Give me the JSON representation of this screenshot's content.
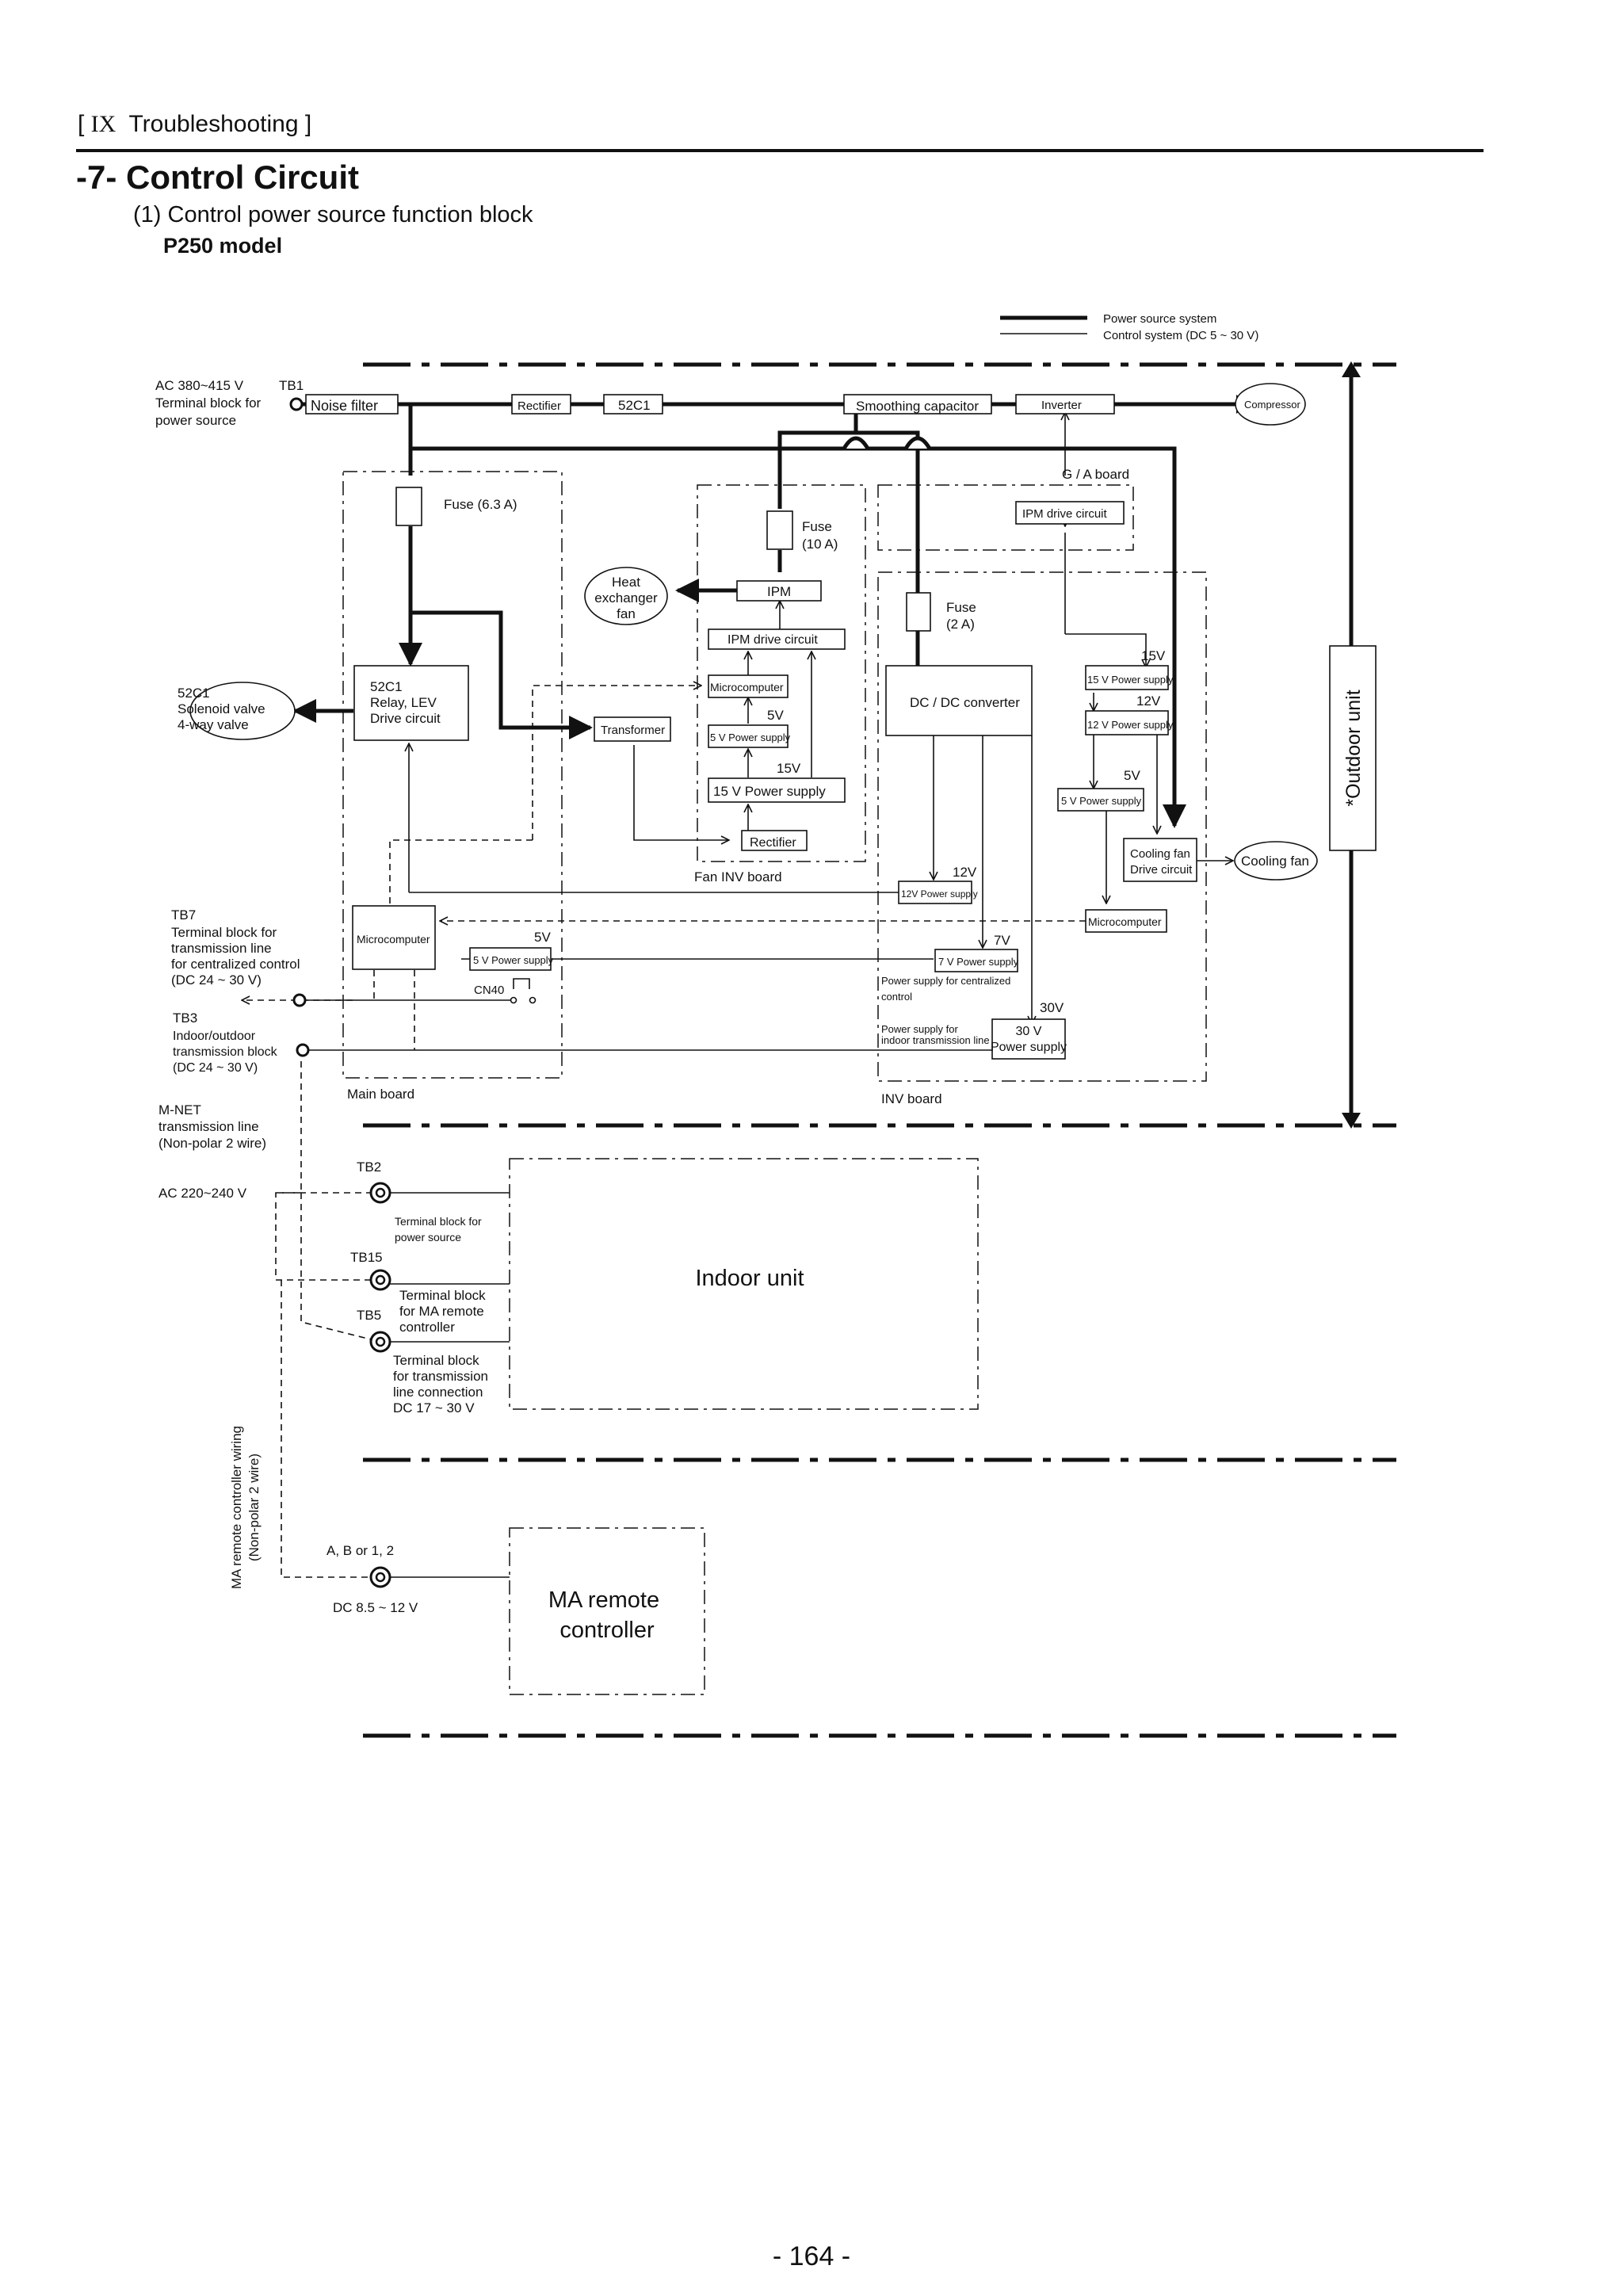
{
  "header": {
    "roman": "IX",
    "section": "Troubleshooting"
  },
  "title": "-7- Control Circuit",
  "subtitle": "(1)   Control power source function block",
  "model": "P250 model",
  "page_number": "- 164 -",
  "legend": {
    "power": "Power source system",
    "control": "Control system (DC 5 ~ 30 V)"
  },
  "labels": {
    "ac_in": "AC 380~415 V",
    "tb1": "TB1",
    "tb1_desc1": "Terminal block for",
    "tb1_desc2": "power source",
    "noise_filter": "Noise filter",
    "rectifier": "Rectifier",
    "c52c1": "52C1",
    "smoothing_capacitor": "Smoothing capacitor",
    "inverter": "Inverter",
    "compressor": "Compressor",
    "fuse_63": "Fuse (6.3 A)",
    "fuse_10": "Fuse",
    "fuse_10b": "(10 A)",
    "heat1": "Heat",
    "heat2": "exchanger",
    "heat3": "fan",
    "ipm": "IPM",
    "ipm_drive": "IPM drive circuit",
    "microcomputer": "Microcomputer",
    "v5": "5V",
    "ps5": "5 V Power supply",
    "v15": "15V",
    "ps15_fan": "15 V Power supply",
    "rectifier_fan": "Rectifier",
    "fan_inv_board": "Fan INV board",
    "transformer": "Transformer",
    "relay1": "52C1",
    "relay2": "Relay, LEV",
    "relay3": "Drive circuit",
    "sol1": "52C1",
    "sol2": "Solenoid valve",
    "sol3": "4-way valve",
    "ga_board": "G / A board",
    "ipm_drive_ga": "IPM drive circuit",
    "fuse_2": "Fuse",
    "fuse_2b": "(2 A)",
    "dcdc": "DC / DC converter",
    "v15b": "15V",
    "ps15": "15 V Power supply",
    "v12": "12V",
    "ps12": "12 V  Power supply",
    "v5b": "5V",
    "ps5b": "5 V Power supply",
    "cooling1": "Cooling fan",
    "cooling2": "Drive circuit",
    "cooling_fan": "Cooling fan",
    "v12b": "12V",
    "ps12b": "12V Power supply",
    "microcomputer_inv": "Microcomputer",
    "v7": "7V",
    "ps7": "7 V Power supply",
    "ps_central1": "Power supply for centralized",
    "ps_central2": "control",
    "v30": "30V",
    "ps_indoor1": "Power supply for",
    "ps_indoor2": "indoor transmission line",
    "ps30a": "30 V",
    "ps30b": "Power supply",
    "inv_board": "INV board",
    "outdoor_unit": "*Outdoor unit",
    "tb7": "TB7",
    "tb7_1": "Terminal block for",
    "tb7_2": "transmission line",
    "tb7_3": "for centralized control",
    "tb7_4": "(DC 24 ~ 30 V)",
    "microcomputer_main": "Microcomputer",
    "v5_main": "5V",
    "ps5_main": "5 V Power supply",
    "cn40": "CN40",
    "tb3": "TB3",
    "tb3_1": "Indoor/outdoor",
    "tb3_2": "transmission block",
    "tb3_3": "(DC 24 ~ 30 V)",
    "main_board": "Main board",
    "mnet1": "M-NET",
    "mnet2": "transmission line",
    "mnet3": "(Non-polar 2 wire)",
    "tb2": "TB2",
    "ac220": "AC 220~240 V",
    "tb2_1": "Terminal block for",
    "tb2_2": "power source",
    "tb15": "TB15",
    "tb15_1": "Terminal block",
    "tb15_2": "for MA remote",
    "tb15_3": "controller",
    "tb5": "TB5",
    "tb5_1": "Terminal block",
    "tb5_2": "for transmission",
    "tb5_3": "line connection",
    "tb5_4": "DC 17 ~ 30 V",
    "indoor_unit": "Indoor unit",
    "ma_wire1": "MA remote controller wiring",
    "ma_wire2": "(Non-polar 2 wire)",
    "ab12": "A, B or 1, 2",
    "dc85": "DC 8.5 ~ 12 V",
    "ma1": "MA remote",
    "ma2": "controller"
  }
}
